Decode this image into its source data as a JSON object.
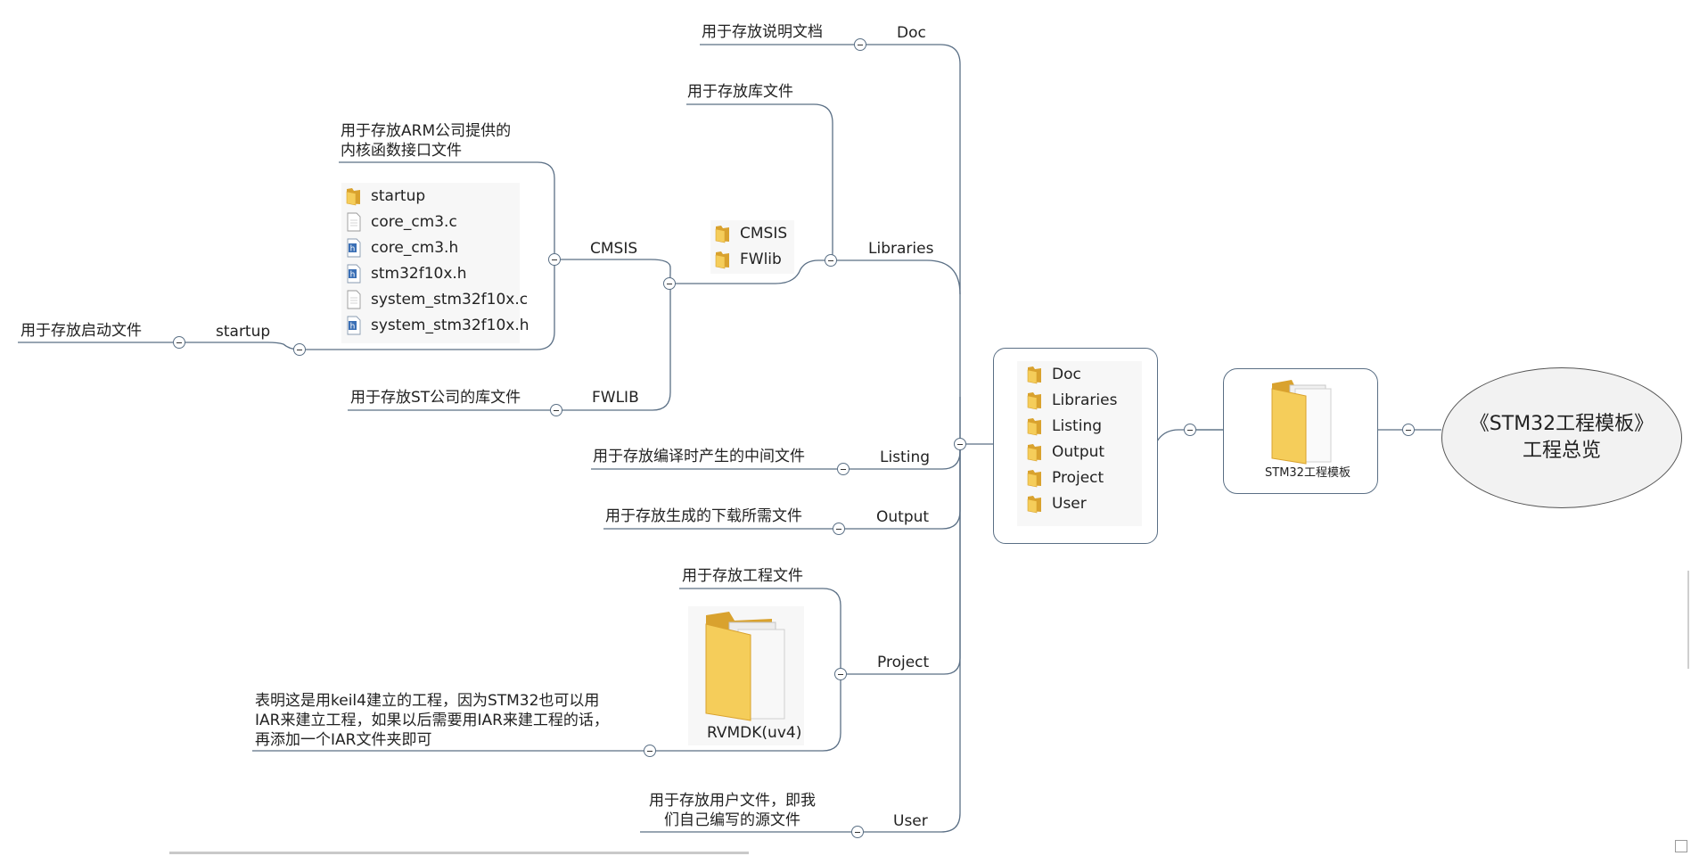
{
  "colors": {
    "line": "#5a6f85",
    "folder": "#f3c451",
    "folder_dark": "#d9a22e",
    "text": "#222222"
  },
  "root": {
    "title": "《STM32工程模板》\n工程总览"
  },
  "template_folder": {
    "label": "STM32工程模板",
    "icon": "folder-icon"
  },
  "top_folders": {
    "items": [
      {
        "name": "Doc",
        "icon": "folder-icon"
      },
      {
        "name": "Libraries",
        "icon": "folder-icon"
      },
      {
        "name": "Listing",
        "icon": "folder-icon"
      },
      {
        "name": "Output",
        "icon": "folder-icon"
      },
      {
        "name": "Project",
        "icon": "folder-icon"
      },
      {
        "name": "User",
        "icon": "folder-icon"
      }
    ]
  },
  "branches": {
    "doc": {
      "label": "Doc",
      "desc": "用于存放说明文档"
    },
    "libraries": {
      "label": "Libraries",
      "desc": "用于存放库文件"
    },
    "listing": {
      "label": "Listing",
      "desc": "用于存放编译时产生的中间文件"
    },
    "output": {
      "label": "Output",
      "desc": "用于存放生成的下载所需文件"
    },
    "project": {
      "label": "Project",
      "desc": "用于存放工程文件"
    },
    "user": {
      "label": "User",
      "desc": "用于存放用户文件，即我\n们自己编写的源文件"
    }
  },
  "libraries_folders": {
    "items": [
      {
        "name": "CMSIS",
        "icon": "folder-icon"
      },
      {
        "name": "FWlib",
        "icon": "folder-icon"
      }
    ]
  },
  "cmsis": {
    "label": "CMSIS",
    "desc": "用于存放ARM公司提供的\n内核函数接口文件"
  },
  "cmsis_files": {
    "items": [
      {
        "name": "startup",
        "icon": "folder-icon"
      },
      {
        "name": "core_cm3.c",
        "icon": "c-file-icon"
      },
      {
        "name": "core_cm3.h",
        "icon": "h-file-icon"
      },
      {
        "name": "stm32f10x.h",
        "icon": "h-file-icon"
      },
      {
        "name": "system_stm32f10x.c",
        "icon": "c-file-icon"
      },
      {
        "name": "system_stm32f10x.h",
        "icon": "h-file-icon"
      }
    ]
  },
  "startup": {
    "label": "startup",
    "desc": "用于存放启动文件"
  },
  "fwlib": {
    "label": "FWLIB",
    "desc": "用于存放ST公司的库文件"
  },
  "rvmdk": {
    "label": "RVMDK(uv4)",
    "desc": "表明这是用keil4建立的工程，因为STM32也可以用\nIAR来建立工程，如果以后需要用IAR来建工程的话，\n再添加一个IAR文件夹即可"
  }
}
